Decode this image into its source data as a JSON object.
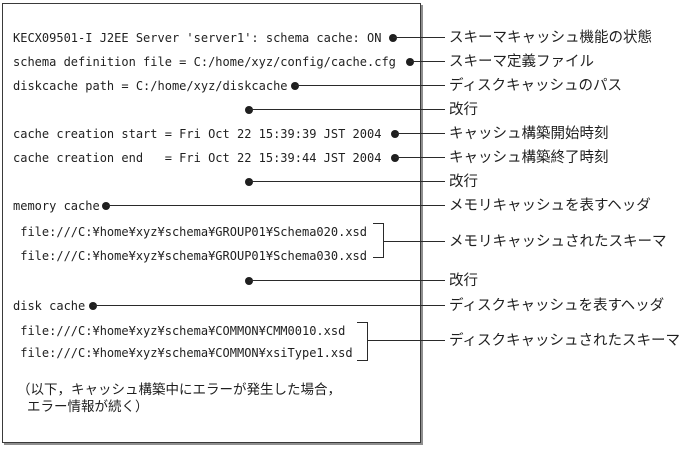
{
  "colors": {
    "background": "#ffffff",
    "text": "#1f1f1f",
    "line": "#2a2a2a",
    "box_border": "#3a3a3a"
  },
  "console": {
    "lines": [
      "KECX09501-I J2EE Server 'server1': schema cache: ON",
      "schema definition file = C:/home/xyz/config/cache.cfg",
      "diskcache path = C:/home/xyz/diskcache",
      "",
      "cache creation start = Fri Oct 22 15:39:39 JST 2004",
      "cache creation end   = Fri Oct 22 15:39:44 JST 2004",
      "",
      "memory cache",
      " file:///C:¥home¥xyz¥schema¥GROUP01¥Schema020.xsd",
      " file:///C:¥home¥xyz¥schema¥GROUP01¥Schema030.xsd",
      "",
      "disk cache",
      " file:///C:¥home¥xyz¥schema¥COMMON¥CMM0010.xsd",
      " file:///C:¥home¥xyz¥schema¥COMMON¥xsiType1.xsd",
      "（以下，キャッシュ構築中にエラーが発生した場合，",
      "エラー情報が続く）"
    ]
  },
  "annotations": [
    {
      "label": "スキーマキャッシュ機能の状態"
    },
    {
      "label": "スキーマ定義ファイル"
    },
    {
      "label": "ディスクキャッシュのパス"
    },
    {
      "label": "改行"
    },
    {
      "label": "キャッシュ構築開始時刻"
    },
    {
      "label": "キャッシュ構築終了時刻"
    },
    {
      "label": "改行"
    },
    {
      "label": "メモリキャッシュを表すヘッダ"
    },
    {
      "label": "メモリキャッシュされたスキーマ"
    },
    {
      "label": "改行"
    },
    {
      "label": "ディスクキャッシュを表すヘッダ"
    },
    {
      "label": "ディスクキャッシュされたスキーマ"
    }
  ]
}
